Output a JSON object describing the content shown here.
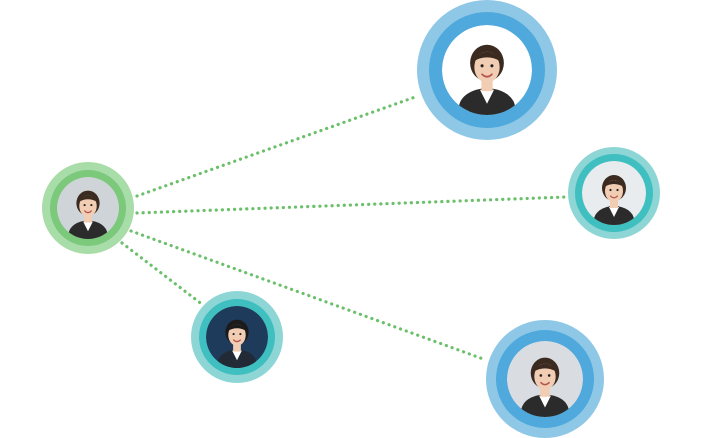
{
  "diagram": {
    "center": {
      "name": "avatar-woman-suit-center",
      "ring": "#a8dca8",
      "inner": "#7cc97c",
      "photo_bg": "#cfd4d8"
    },
    "connector_color": "#6cc06c",
    "nodes": [
      {
        "name": "avatar-woman-long-hair",
        "ring": "#8ec8e6",
        "inner": "#4fa9dc",
        "photo_bg": "#ffffff"
      },
      {
        "name": "avatar-smiling-man",
        "ring": "#8ed6d6",
        "inner": "#3fbfbf",
        "photo_bg": "#e9ecef"
      },
      {
        "name": "avatar-man-suit",
        "ring": "#8ed6d6",
        "inner": "#3fbfbf",
        "photo_bg": "#1f3b5c"
      },
      {
        "name": "avatar-woman-short-hair",
        "ring": "#8ec8e6",
        "inner": "#4fa9dc",
        "photo_bg": "#d9dde2"
      }
    ]
  }
}
